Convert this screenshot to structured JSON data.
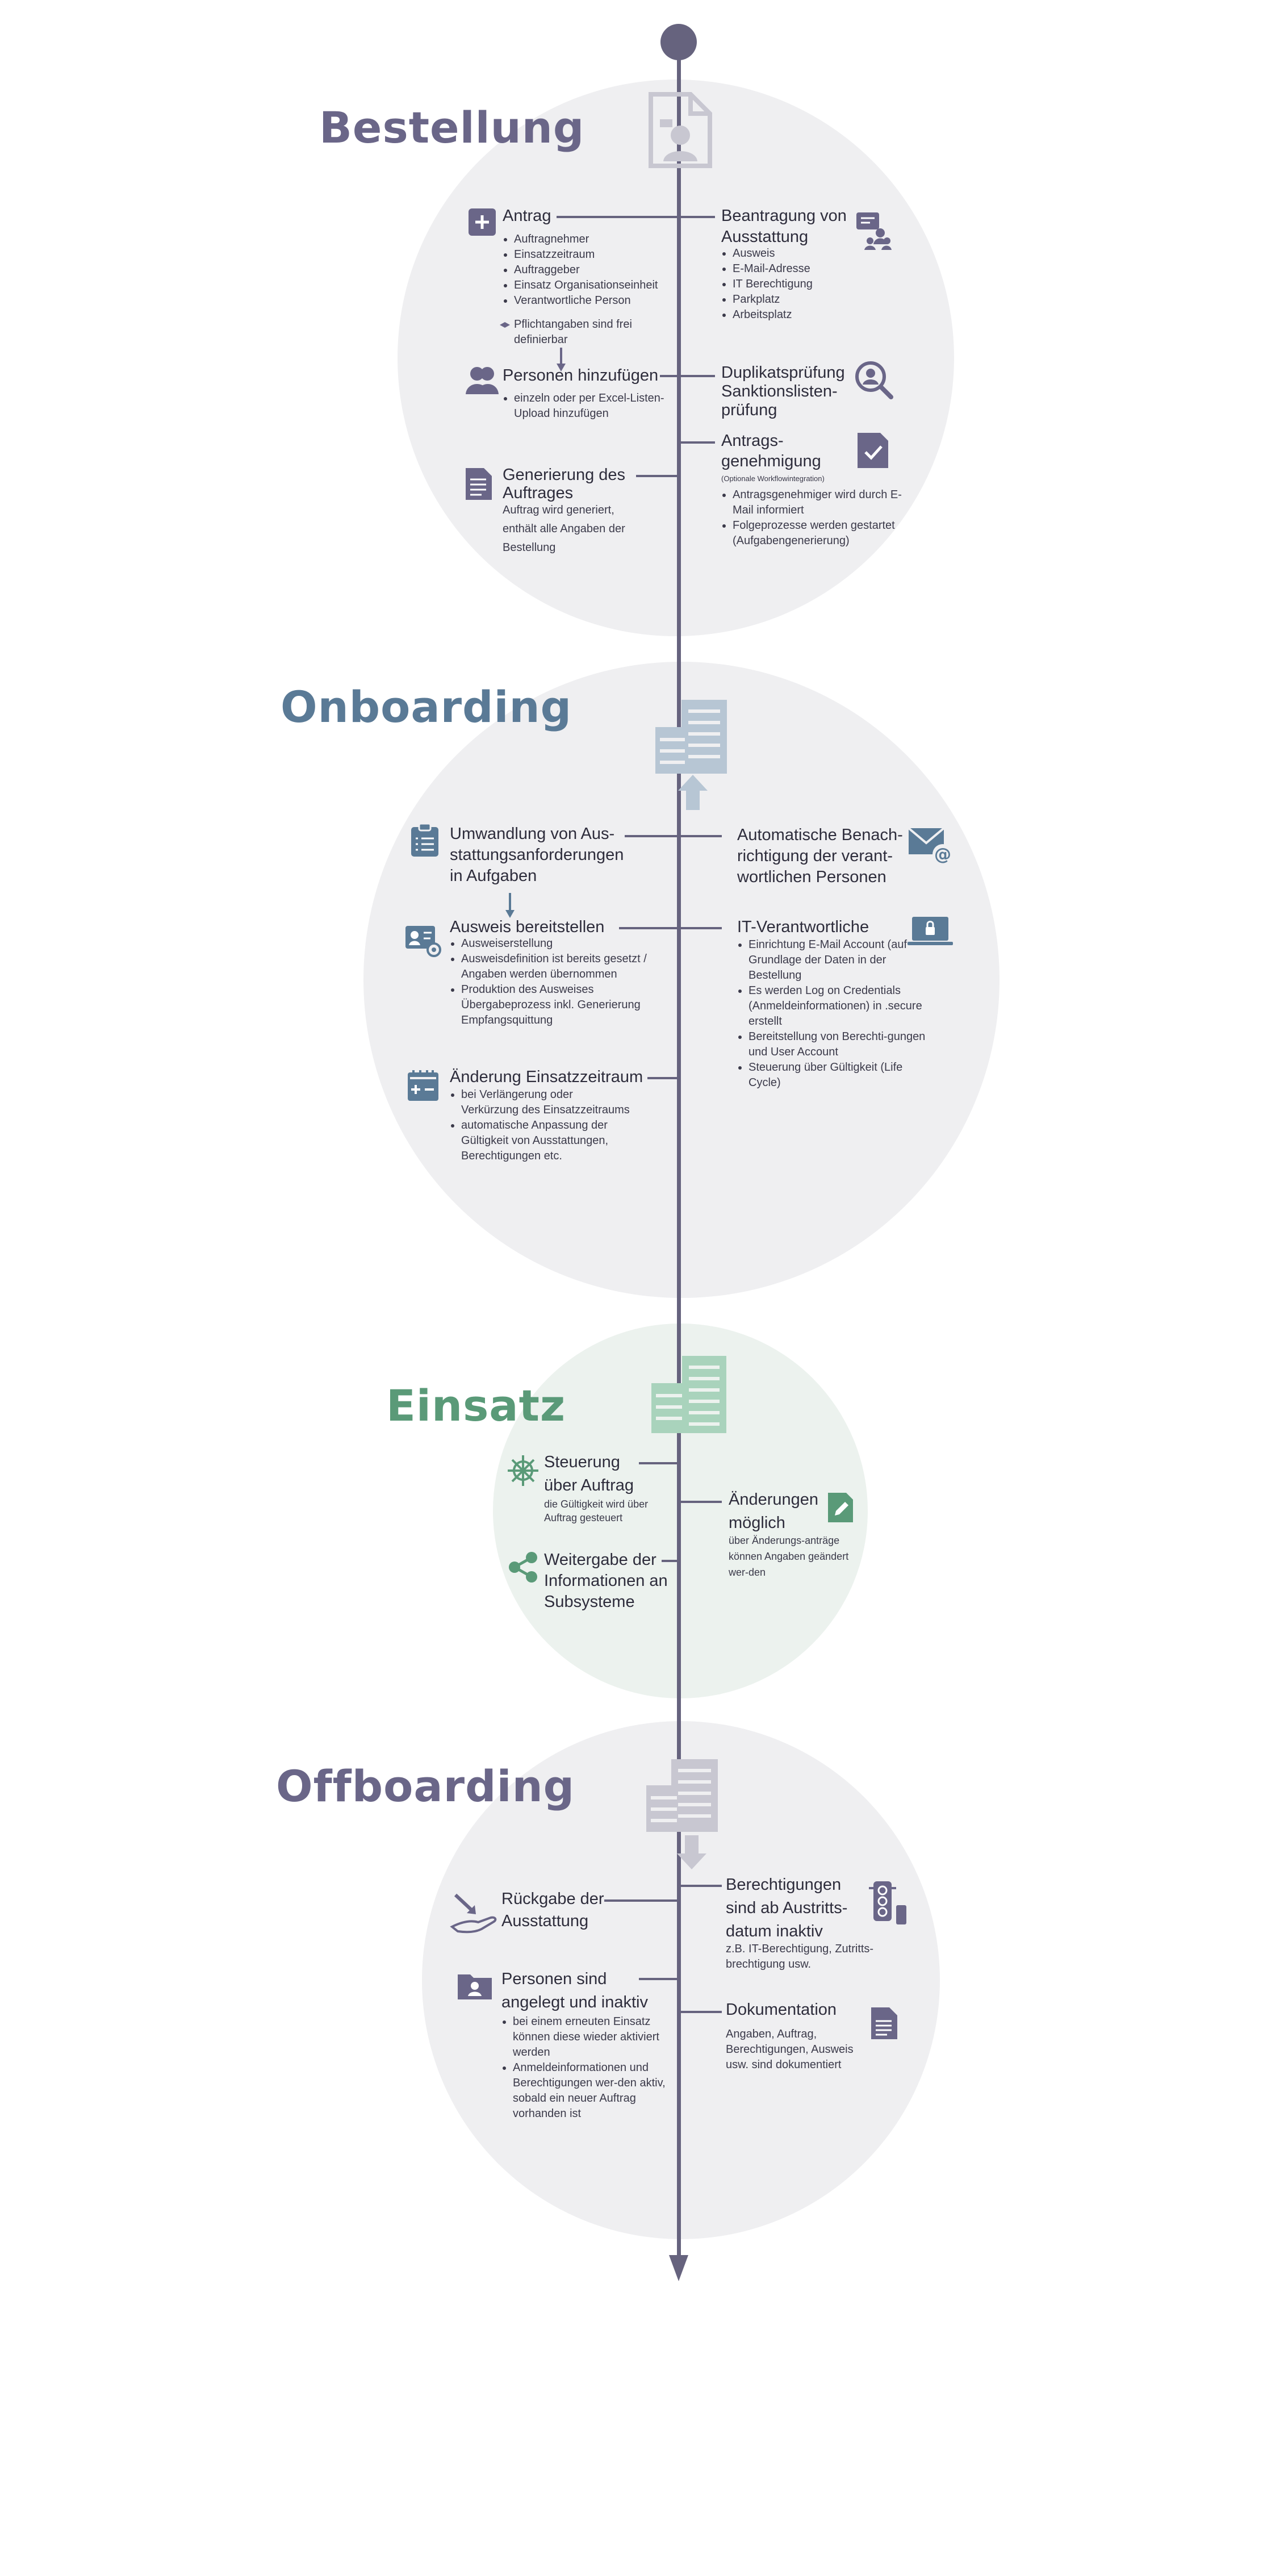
{
  "colors": {
    "timeline": "#66637e",
    "bestellung": "#6a6688",
    "onboarding": "#5a7a96",
    "einsatz": "#5a9a78",
    "offboarding": "#6a6688",
    "circle_grey": "#efeff1",
    "circle_green": "#ecf2ee"
  },
  "phases": {
    "bestellung": {
      "title": "Bestellung",
      "antrag": {
        "title": "Antrag",
        "bullets": [
          "Auftragnehmer",
          "Einsatzzeitraum",
          "Auftraggeber",
          "Einsatz Organisationseinheit",
          "Verantwortliche Person"
        ],
        "note": "Pflichtangaben sind frei definierbar"
      },
      "personen": {
        "title": "Personen hinzufügen",
        "bullets": [
          "einzeln oder per Excel-Listen-Upload hinzufügen"
        ]
      },
      "generierung": {
        "title": "Generierung des Auftrages",
        "sub": "Auftrag wird generiert, enthält alle Angaben der Bestellung"
      },
      "beantragung": {
        "title": "Beantragung von Ausstattung",
        "bullets": [
          "Ausweis",
          "E-Mail-Adresse",
          "IT Berechtigung",
          "Parkplatz",
          "Arbeitsplatz"
        ]
      },
      "duplikat": {
        "title": "Duplikatsprüfung Sanktionslisten-prüfung"
      },
      "genehmigung": {
        "title": "Antrags-genehmigung",
        "note": "(Optionale Workflowintegration)",
        "bullets": [
          "Antragsgenehmiger wird durch E-Mail informiert",
          "Folgeprozesse werden gestartet (Aufgabengenerierung)"
        ]
      }
    },
    "onboarding": {
      "title": "Onboarding",
      "umwandlung": {
        "title": "Umwandlung von Aus-stattungsanforderungen in Aufgaben"
      },
      "ausweis": {
        "title": "Ausweis bereitstellen",
        "bullets": [
          "Ausweiserstellung",
          "Ausweisdefinition ist bereits gesetzt / Angaben werden übernommen",
          "Produktion des Ausweises Übergabeprozess inkl. Generierung Empfangsquittung"
        ]
      },
      "aenderung": {
        "title": "Änderung Einsatzzeitraum",
        "bullets": [
          "bei Verlängerung oder Verkürzung des Einsatzzeitraums",
          "automatische Anpassung der Gültigkeit von Ausstattungen, Berechtigungen etc."
        ]
      },
      "benachrichtigung": {
        "title": "Automatische Benach-richtigung der verant-wortlichen Personen"
      },
      "itv": {
        "title": "IT-Verantwortliche",
        "bullets": [
          "Einrichtung E-Mail Account (auf Grundlage der Daten in der Bestellung",
          "Es werden Log on Credentials (Anmeldeinformationen) in .secure erstellt",
          "Bereitstellung von Berechti-gungen und User Account",
          "Steuerung über Gültigkeit (Life Cycle)"
        ]
      }
    },
    "einsatz": {
      "title": "Einsatz",
      "steuerung": {
        "title": "Steuerung über Auftrag",
        "sub": "die Gültigkeit wird über Auftrag gesteuert"
      },
      "weitergabe": {
        "title": "Weitergabe der Informationen an Subsysteme"
      },
      "aenderungen": {
        "title": "Änderungen möglich",
        "sub": "über Änderungs-anträge können Angaben geändert wer-den"
      }
    },
    "offboarding": {
      "title": "Offboarding",
      "rueckgabe": {
        "title": "Rückgabe der Ausstattung"
      },
      "personen": {
        "title": "Personen sind angelegt und inaktiv",
        "bullets": [
          "bei einem erneuten Einsatz können diese wieder aktiviert werden",
          "Anmeldeinformationen und Berechtigungen wer-den aktiv, sobald ein neuer Auftrag vorhanden ist"
        ]
      },
      "berechtigungen": {
        "title": "Berechtigungen sind ab Austritts-datum inaktiv",
        "sub": "z.B. IT-Berechtigung, Zutritts-brechtigung usw."
      },
      "dokumentation": {
        "title": "Dokumentation",
        "sub": "Angaben, Auftrag, Berechtigungen, Ausweis usw. sind dokumentiert"
      }
    }
  }
}
